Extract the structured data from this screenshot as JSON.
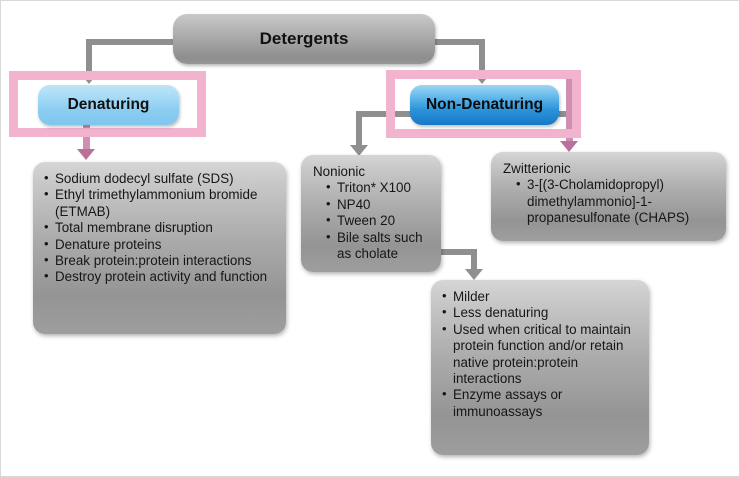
{
  "diagram": {
    "title": "Detergents classification flow chart",
    "colors": {
      "gray_box": "#a8a8a8",
      "light_blue": "#a9dcf6",
      "dark_blue": "#2b93da",
      "pink_highlight": "#f2b3ce",
      "connector_gray": "#8f8f8f",
      "connector_pink": "#b9719a"
    },
    "root": {
      "label": "Detergents"
    },
    "branches": [
      {
        "id": "denaturing",
        "label": "Denaturing",
        "style": "light-blue",
        "highlighted": true
      },
      {
        "id": "non-denaturing",
        "label": "Non-Denaturing",
        "style": "dark-blue",
        "highlighted": true
      }
    ],
    "cards": {
      "denaturing_details": {
        "heading": "",
        "items": [
          "Sodium dodecyl sulfate (SDS)",
          "Ethyl trimethylammonium bromide (ETMAB)",
          "Total membrane disruption",
          "Denature proteins",
          "Break protein:protein interactions",
          "Destroy protein activity and function"
        ]
      },
      "nonionic": {
        "heading": "Nonionic",
        "items": [
          "Triton* X100",
          "NP40",
          "Tween 20",
          "Bile salts such as cholate"
        ]
      },
      "zwitterionic": {
        "heading": "Zwitterionic",
        "items": [
          "3-[(3-Cholamidopropyl) dimethylammonio]-1-propanesulfonate (CHAPS)"
        ]
      },
      "non_denaturing_properties": {
        "heading": "",
        "items": [
          "Milder",
          "Less denaturing",
          "Used when critical to maintain protein function and/or retain native protein:protein interactions",
          "Enzyme assays or immunoassays"
        ]
      }
    }
  }
}
